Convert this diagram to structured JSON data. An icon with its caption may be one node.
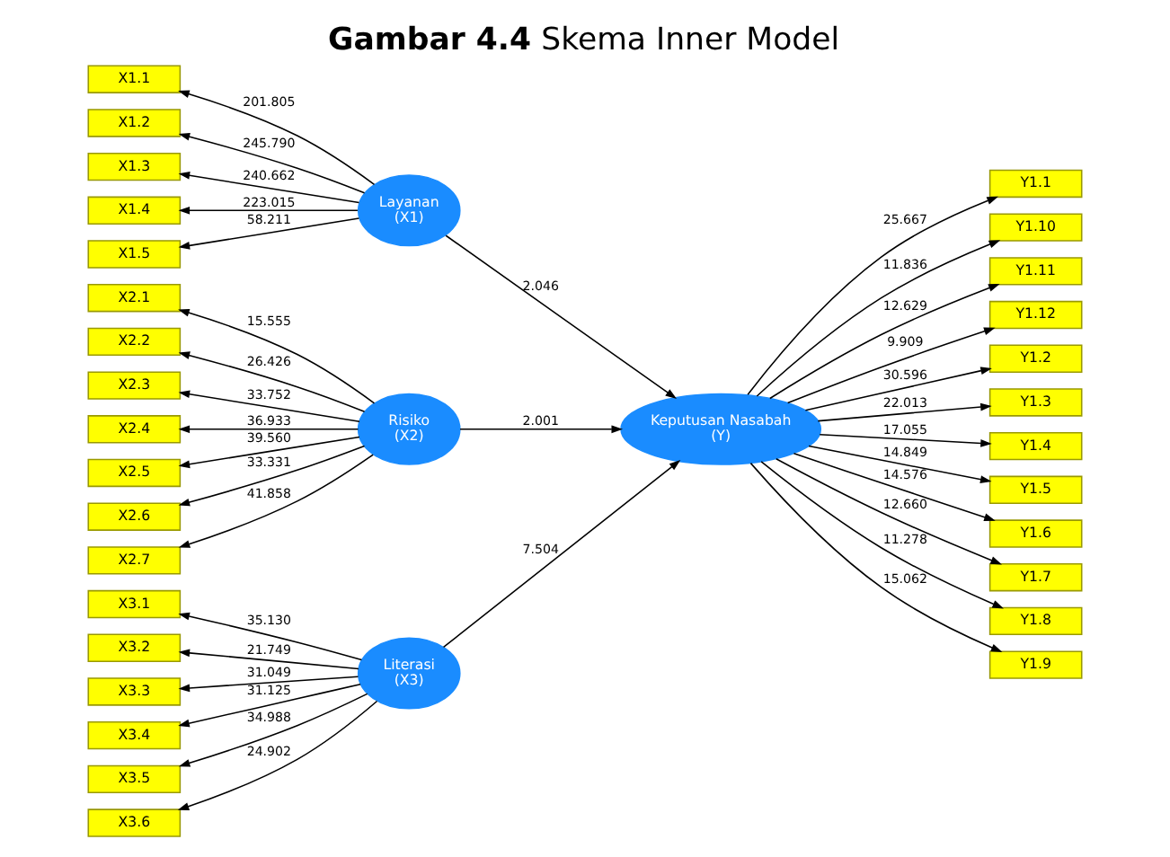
{
  "diagram": {
    "title": "**Gambar 4.4** Skema Inner Model",
    "nodes": [
      {
        "text": [
          "X1.1"
        ]
      },
      {
        "text": [
          "X1.2"
        ]
      },
      {
        "text": [
          "X1.3"
        ]
      },
      {
        "text": [
          "X1.4"
        ]
      },
      {
        "text": [
          "X1.5"
        ]
      },
      {
        "text": [
          "Layanan (X1)"
        ]
      },
      {
        "text": [
          "X2.1"
        ]
      },
      {
        "text": [
          "X2.2"
        ]
      },
      {
        "text": [
          "X2.3"
        ]
      },
      {
        "text": [
          "X2.4"
        ]
      },
      {
        "text": [
          "X2.5"
        ]
      },
      {
        "text": [
          "X2.6"
        ]
      },
      {
        "text": [
          "X2.7"
        ]
      },
      {
        "text": [
          "Risiko (X2)"
        ]
      },
      {
        "text": [
          "X3.1"
        ]
      },
      {
        "text": [
          "X3.2"
        ]
      },
      {
        "text": [
          "X3.3"
        ]
      },
      {
        "text": [
          "X3.4"
        ]
      },
      {
        "text": [
          "X3.5"
        ]
      },
      {
        "text": [
          "X3.6"
        ]
      },
      {
        "text": [
          "Literasi (X3)"
        ]
      },
      {
        "text": [
          "Keputusan Nasabah (Y)"
        ]
      },
      {
        "text": [
          "Y1.1"
        ]
      },
      {
        "text": [
          "Y1.10"
        ]
      },
      {
        "text": [
          "Y1.11"
        ]
      },
      {
        "text": [
          "Y1.12"
        ]
      },
      {
        "text": [
          "Y1.2"
        ]
      },
      {
        "text": [
          "Y1.3"
        ]
      },
      {
        "text": [
          "Y1.4"
        ]
      },
      {
        "text": [
          "Y1.5"
        ]
      },
      {
        "text": [
          "Y1.6"
        ]
      },
      {
        "text": [
          "Y1.7"
        ]
      },
      {
        "text": [
          "Y1.8"
        ]
      },
      {
        "text": [
          "Y1.9"
        ]
      }
    ],
    "edges": [
      {
        "from": 5,
        "to": 0,
        "arrow": "to",
        "label": "201.805"
      },
      {
        "from": 5,
        "to": 1,
        "arrow": "to",
        "label": "245.790"
      },
      {
        "from": 5,
        "to": 2,
        "arrow": "to",
        "label": "240.662"
      },
      {
        "from": 5,
        "to": 3,
        "arrow": "to",
        "label": "223.015"
      },
      {
        "from": 5,
        "to": 4,
        "arrow": "to",
        "label": "58.211"
      },
      {
        "from": 13,
        "to": 6,
        "arrow": "to",
        "label": "15.555"
      },
      {
        "from": 13,
        "to": 7,
        "arrow": "to",
        "label": "26.426"
      },
      {
        "from": 13,
        "to": 8,
        "arrow": "to",
        "label": "33.752"
      },
      {
        "from": 13,
        "to": 9,
        "arrow": "to",
        "label": "36.933"
      },
      {
        "from": 13,
        "to": 10,
        "arrow": "to",
        "label": "39.560"
      },
      {
        "from": 13,
        "to": 11,
        "arrow": "to",
        "label": "33.331"
      },
      {
        "from": 13,
        "to": 12,
        "arrow": "to",
        "label": "41.858"
      },
      {
        "from": 20,
        "to": 14,
        "arrow": "to",
        "label": "35.130"
      },
      {
        "from": 20,
        "to": 15,
        "arrow": "to",
        "label": "21.749"
      },
      {
        "from": 20,
        "to": 16,
        "arrow": "to",
        "label": "31.049"
      },
      {
        "from": 20,
        "to": 17,
        "arrow": "to",
        "label": "31.125"
      },
      {
        "from": 20,
        "to": 18,
        "arrow": "to",
        "label": "34.988"
      },
      {
        "from": 20,
        "to": 19,
        "arrow": "to",
        "label": "24.902"
      },
      {
        "from": 5,
        "to": 21,
        "arrow": "to",
        "label": "2.046"
      },
      {
        "from": 13,
        "to": 21,
        "arrow": "to",
        "label": "2.001"
      },
      {
        "from": 20,
        "to": 21,
        "arrow": "to",
        "label": "7.504"
      },
      {
        "from": 21,
        "to": 22,
        "arrow": "to",
        "label": "25.667"
      },
      {
        "from": 21,
        "to": 23,
        "arrow": "to",
        "label": "11.836"
      },
      {
        "from": 21,
        "to": 24,
        "arrow": "to",
        "label": "12.629"
      },
      {
        "from": 21,
        "to": 25,
        "arrow": "to",
        "label": "9.909"
      },
      {
        "from": 21,
        "to": 26,
        "arrow": "to",
        "label": "30.596"
      },
      {
        "from": 21,
        "to": 27,
        "arrow": "to",
        "label": "22.013"
      },
      {
        "from": 21,
        "to": 28,
        "arrow": "to",
        "label": "17.055"
      },
      {
        "from": 21,
        "to": 29,
        "arrow": "to",
        "label": "14.849"
      },
      {
        "from": 21,
        "to": 30,
        "arrow": "to",
        "label": "14.576"
      },
      {
        "from": 21,
        "to": 31,
        "arrow": "to",
        "label": "12.660"
      },
      {
        "from": 21,
        "to": 32,
        "arrow": "to",
        "label": "11.278"
      },
      {
        "from": 21,
        "to": 33,
        "arrow": "to",
        "label": "15.062"
      }
    ]
  }
}
